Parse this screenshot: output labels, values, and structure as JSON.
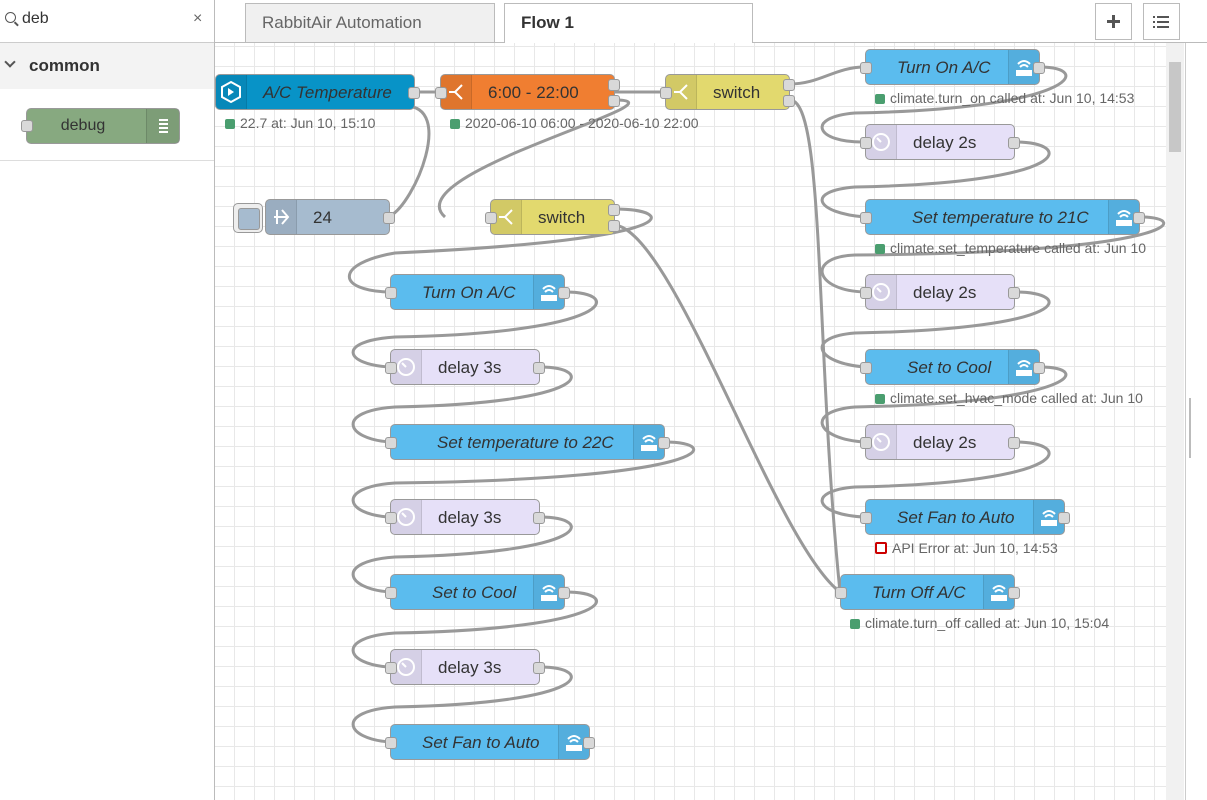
{
  "palette": {
    "search_value": "deb",
    "clear_icon": "×",
    "category": "common",
    "node_label": "debug"
  },
  "tabs": [
    {
      "label": "RabbitAir Automation",
      "active": false
    },
    {
      "label": "Flow 1",
      "active": true
    }
  ],
  "toolbar": {
    "add_icon": "plus-icon",
    "list_icon": "list-icon"
  },
  "flow": {
    "temp_sensor": {
      "label": "A/C Temperature",
      "status": "22.7 at: Jun 10, 15:10"
    },
    "time_range": {
      "label": "6:00 - 22:00",
      "status": "2020-06-10 06:00 - 2020-06-10 22:00"
    },
    "switch1": {
      "label": "switch"
    },
    "switch2": {
      "label": "switch"
    },
    "inject": {
      "label": "24"
    },
    "left_chain": [
      {
        "label": "Turn On A/C"
      },
      {
        "label": "delay 3s"
      },
      {
        "label": "Set temperature to 22C"
      },
      {
        "label": "delay 3s"
      },
      {
        "label": "Set to Cool"
      },
      {
        "label": "delay 3s"
      },
      {
        "label": "Set Fan to Auto"
      }
    ],
    "right_chain": [
      {
        "label": "Turn On A/C",
        "status": "climate.turn_on called at: Jun 10, 14:53"
      },
      {
        "label": "delay 2s"
      },
      {
        "label": "Set temperature to 21C",
        "status": "climate.set_temperature called at: Jun 10"
      },
      {
        "label": "delay 2s"
      },
      {
        "label": "Set to Cool",
        "status": "climate.set_hvac_mode called at: Jun 10"
      },
      {
        "label": "delay 2s"
      },
      {
        "label": "Set Fan to Auto",
        "status": "API Error at: Jun 10, 14:53"
      }
    ],
    "turn_off": {
      "label": "Turn Off A/C",
      "status": "climate.turn_off called at: Jun 10, 15:04"
    }
  },
  "colors": {
    "ha_service": "#5bbcee",
    "delay": "#e6e0f8",
    "switch": "#e2d96e",
    "time_range": "#f07e31",
    "state": "#0893c7",
    "inject": "#a6bbcf",
    "debug": "#87a980",
    "status_ok": "#4a9e6f",
    "status_error": "#cc0000"
  }
}
